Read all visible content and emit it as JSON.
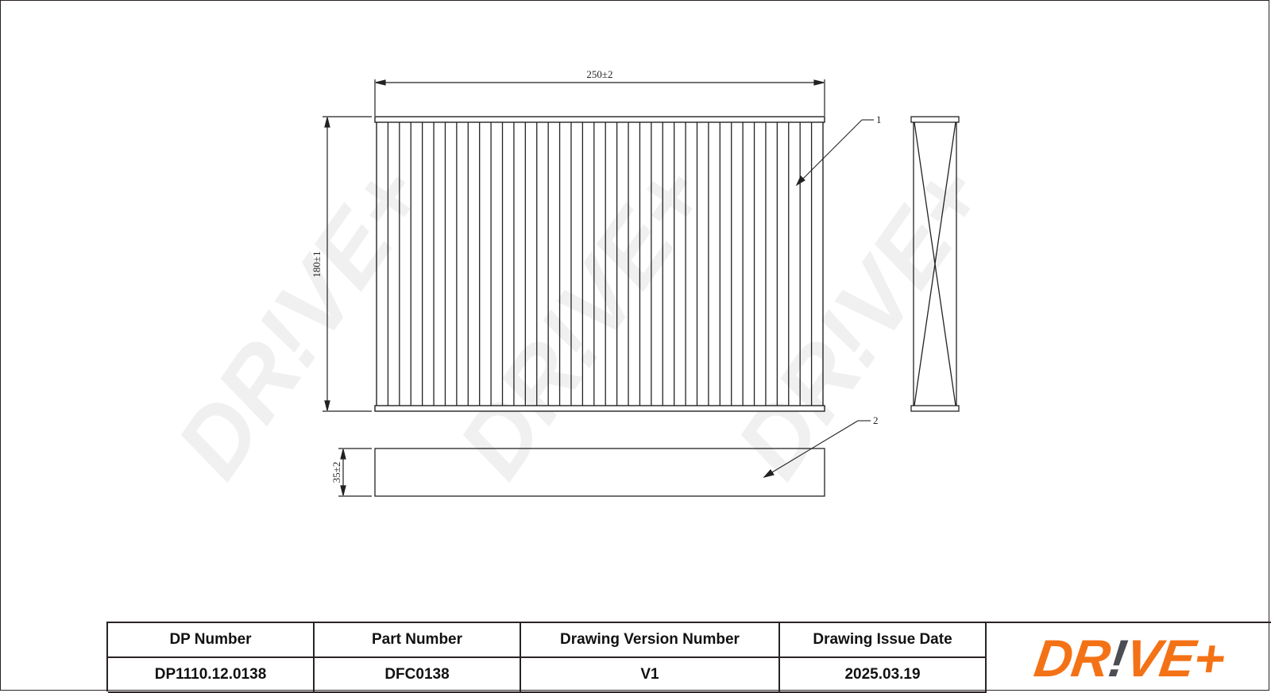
{
  "drawing": {
    "dimensions": {
      "width": "250±2",
      "height": "180±1",
      "depth": "35±2"
    },
    "callouts": [
      {
        "label": "1"
      },
      {
        "label": "2"
      }
    ],
    "pleat_count": 39,
    "watermark_text": "DR!VE+"
  },
  "title_block": {
    "headers": [
      "DP Number",
      "Part Number",
      "Drawing Version Number",
      "Drawing Issue Date"
    ],
    "values": [
      "DP1110.12.0138",
      "DFC0138",
      "V1",
      "2025.03.19"
    ]
  },
  "logo": {
    "part1": "DR",
    "bang": "!",
    "part2": "VE+",
    "colors": {
      "primary": "#f47216",
      "bang": "#4a4d52"
    }
  },
  "colors": {
    "line": "#222222",
    "border": "#2a2226",
    "watermark": "#ececec"
  }
}
